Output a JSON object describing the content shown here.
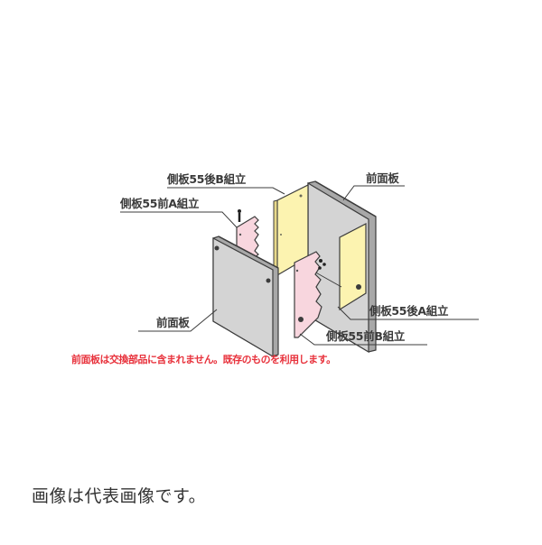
{
  "diagram": {
    "labels": {
      "side_panel_55_rear_b": "側板55後B組立",
      "side_panel_55_front_a": "側板55前A組立",
      "front_panel_right": "前面板",
      "front_panel_left": "前面板",
      "side_panel_55_rear_a": "側板55後A組立",
      "side_panel_55_front_b": "側板55前B組立"
    },
    "note": "前面板は交換部品に含まれません。既存のものを利用します。",
    "colors": {
      "gray_panel": "#d4d4d4",
      "yellow_panel": "#fcf3b0",
      "pink_panel": "#f8d6de",
      "outline": "#3c3c3c",
      "note_text": "#e8323c"
    }
  },
  "caption": "画像は代表画像です。"
}
